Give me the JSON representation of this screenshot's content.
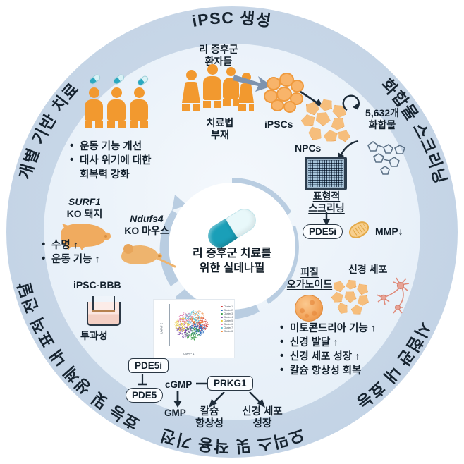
{
  "figure": {
    "center": {
      "title_line1": "리 증후군 치료를",
      "title_line2": "위한 실데나필",
      "icon": "capsule-icon",
      "capsule_color_left": "#1a9fb8",
      "capsule_color_right": "#e8f8fa"
    },
    "ring_labels": {
      "top": "iPSC 생성",
      "top_left": "개별 기반 치료",
      "top_right": "화합물 스크리닝",
      "left": "효능 및 생체 내 표적 전달",
      "right": "시험관 내 효능",
      "bottom": "오믹스 및 작용 기전"
    },
    "quadrants": {
      "ipsc_generation": {
        "patients_label": "리 증후군\n환자들",
        "patients_line1": "리 증후군",
        "patients_line2": "환자들",
        "no_treatment_line1": "치료법",
        "no_treatment_line2": "부재",
        "ipsc_label": "iPSCs",
        "npc_label": "NPCs"
      },
      "precision_therapy": {
        "bullets": [
          "운동 기능 개선",
          "대사 위기에 대한",
          "회복력 강화"
        ]
      },
      "compound_screening": {
        "compound_count_line1": "5,632개",
        "compound_count_line2": "화합물",
        "screening_line1": "표형적",
        "screening_line2": "스크리닝",
        "hit_label": "PDE5i",
        "mmp_label": "MMP↓"
      },
      "in_vivo": {
        "pig_model_line1": "SURF1",
        "pig_model_line2": "KO 돼지",
        "mouse_model_line1": "Ndufs4",
        "mouse_model_line2": "KO 마우스",
        "outcomes": [
          "수명 ↑",
          "운동 기능 ↑"
        ],
        "bbb_label": "iPSC-BBB",
        "permeability_label": "투과성"
      },
      "in_vitro": {
        "organoid_line1": "피질",
        "organoid_line2": "오가노이드",
        "neuron_label": "신경 세포",
        "bullets": [
          "미토콘드리아 기능 ↑",
          "신경 발달 ↑",
          "신경 세포 성장 ↑",
          "칼슘 항상성 회복"
        ]
      },
      "omics_mechanism": {
        "inhibitor": "PDE5i",
        "enzyme": "PDE5",
        "substrate": "cGMP",
        "product": "GMP",
        "kinase": "PRKG1",
        "effect1_line1": "칼슘",
        "effect1_line2": "항상성",
        "effect2_line1": "신경 세포",
        "effect2_line2": "성장"
      }
    },
    "umap": {
      "xlabel": "UMAP 1",
      "ylabel": "UMAP 2",
      "legend": [
        "Cluster 1",
        "Cluster 2",
        "Cluster 3",
        "Cluster 4",
        "Cluster 5",
        "Cluster 6",
        "Cluster 7",
        "Cluster 8"
      ]
    }
  },
  "chart_data": {
    "type": "scatter",
    "title": "",
    "xlabel": "UMAP 1",
    "ylabel": "UMAP 2",
    "xlim": [
      -15,
      15
    ],
    "ylim": [
      -12,
      12
    ],
    "grid": false,
    "legend_position": "right",
    "series": [
      {
        "name": "Cluster 1",
        "color": "#d33b3b",
        "n": 140
      },
      {
        "name": "Cluster 2",
        "color": "#2f6fbf",
        "n": 150
      },
      {
        "name": "Cluster 3",
        "color": "#3f9f4c",
        "n": 130
      },
      {
        "name": "Cluster 4",
        "color": "#7e4fa8",
        "n": 110
      },
      {
        "name": "Cluster 5",
        "color": "#e8c93a",
        "n": 125
      },
      {
        "name": "Cluster 6",
        "color": "#e07ab0",
        "n": 95
      },
      {
        "name": "Cluster 7",
        "color": "#5fc4d8",
        "n": 105
      },
      {
        "name": "Cluster 8",
        "color": "#f08a3c",
        "n": 90
      }
    ]
  }
}
